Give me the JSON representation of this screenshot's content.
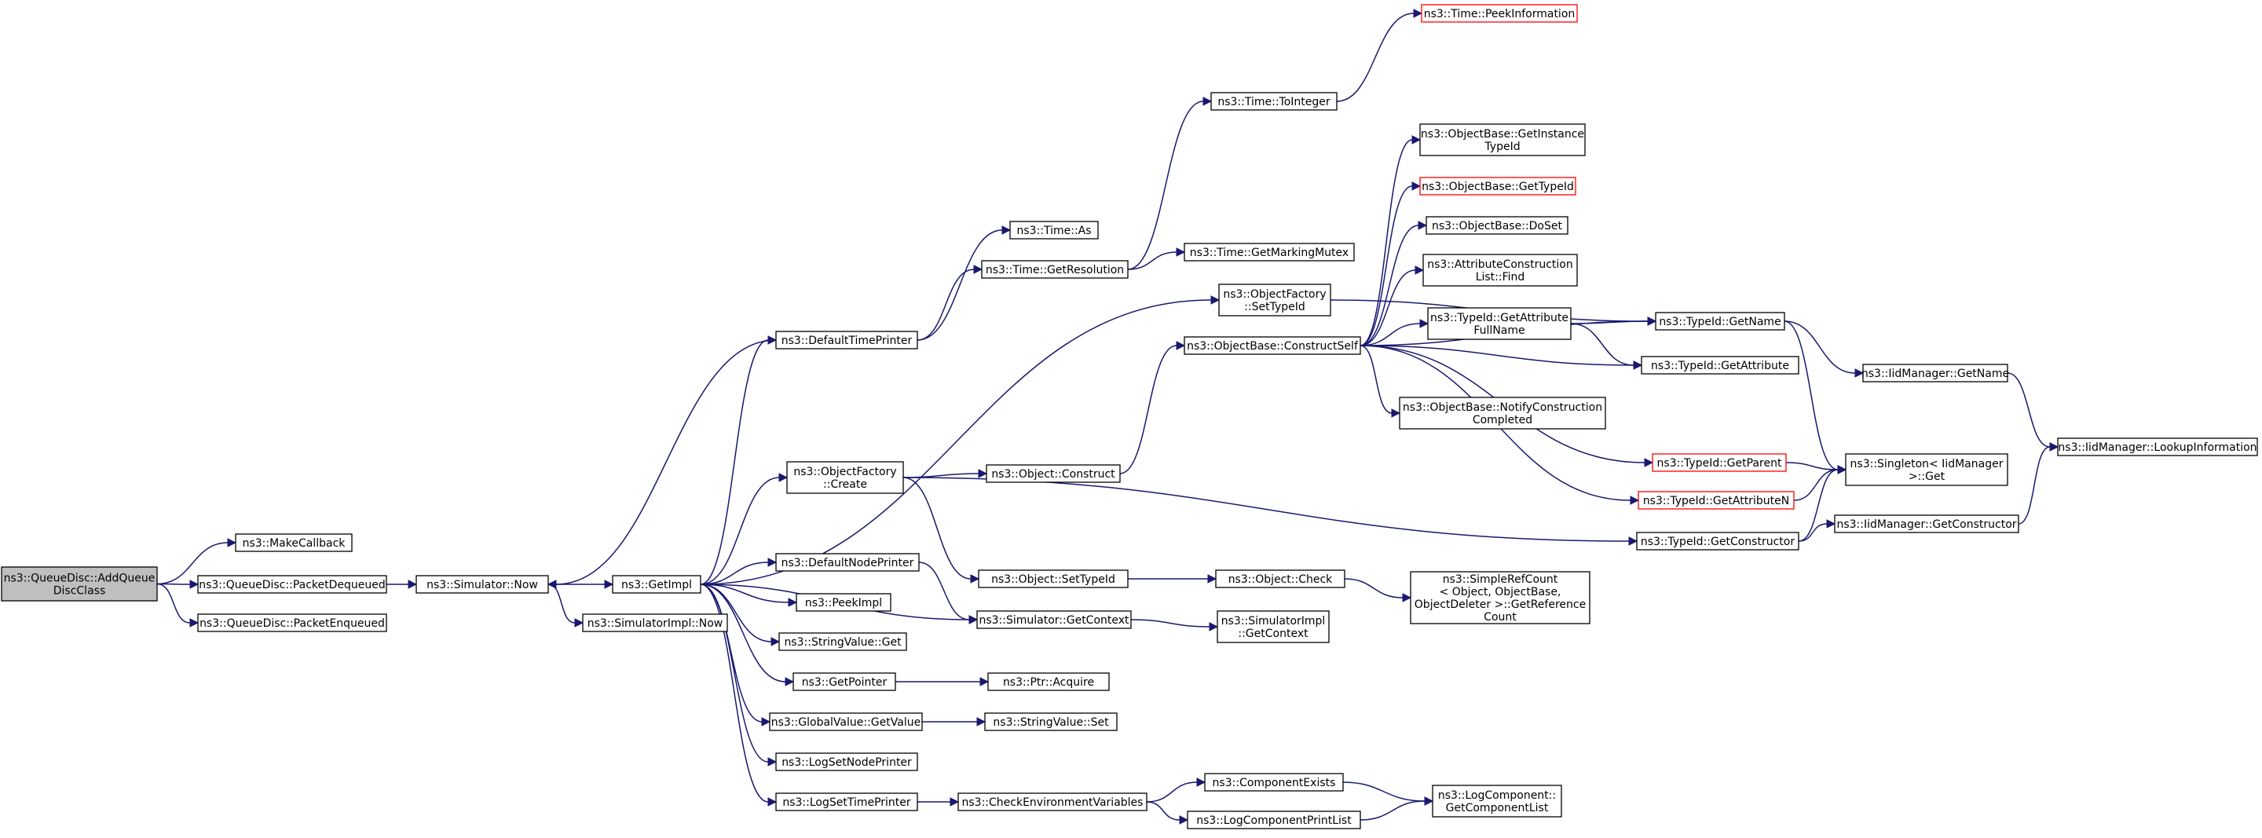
{
  "nodes": {
    "root": [
      "ns3::QueueDisc::AddQueue",
      "DiscClass"
    ],
    "makecallback": [
      "ns3::MakeCallback"
    ],
    "packetdequeued": [
      "ns3::QueueDisc::PacketDequeued"
    ],
    "packetenqueued": [
      "ns3::QueueDisc::PacketEnqueued"
    ],
    "now": [
      "ns3::Simulator::Now"
    ],
    "getimpl": [
      "ns3::GetImpl"
    ],
    "simimplnow": [
      "ns3::SimulatorImpl::Now"
    ],
    "defaulttimeprinter": [
      "ns3::DefaultTimePrinter"
    ],
    "ofcreate": [
      "ns3::ObjectFactory",
      "::Create"
    ],
    "defaultnodeprinter": [
      "ns3::DefaultNodePrinter"
    ],
    "peekimpl": [
      "ns3::PeekImpl"
    ],
    "stringvalueget": [
      "ns3::StringValue::Get"
    ],
    "getpointer": [
      "ns3::GetPointer"
    ],
    "globalvalueget": [
      "ns3::GlobalValue::GetValue"
    ],
    "logsetnodeprinter": [
      "ns3::LogSetNodePrinter"
    ],
    "logsettimeprinter": [
      "ns3::LogSetTimePrinter"
    ],
    "timeas": [
      "ns3::Time::As"
    ],
    "getresolution": [
      "ns3::Time::GetResolution"
    ],
    "objectconstruct": [
      "ns3::Object::Construct"
    ],
    "objectsettypeid": [
      "ns3::Object::SetTypeId"
    ],
    "simgetcontext": [
      "ns3::Simulator::GetContext"
    ],
    "ptracquire": [
      "ns3::Ptr::Acquire"
    ],
    "stringvalueset": [
      "ns3::StringValue::Set"
    ],
    "checkenv": [
      "ns3::CheckEnvironmentVariables"
    ],
    "tointeger": [
      "ns3::Time::ToInteger"
    ],
    "getmarkingmutex": [
      "ns3::Time::GetMarkingMutex"
    ],
    "ofsettypeid": [
      "ns3::ObjectFactory",
      "::SetTypeId"
    ],
    "constructself": [
      "ns3::ObjectBase::ConstructSelf"
    ],
    "objectcheck": [
      "ns3::Object::Check"
    ],
    "simimplgetcontext": [
      "ns3::SimulatorImpl",
      "::GetContext"
    ],
    "componentexists": [
      "ns3::ComponentExists"
    ],
    "logcompprintlist": [
      "ns3::LogComponentPrintList"
    ],
    "peekinformation": [
      "ns3::Time::PeekInformation"
    ],
    "getinstancetypeid": [
      "ns3::ObjectBase::GetInstance",
      "TypeId"
    ],
    "obgettypeid": [
      "ns3::ObjectBase::GetTypeId"
    ],
    "dosset": [
      "ns3::ObjectBase::DoSet"
    ],
    "attrconstlistfind": [
      "ns3::AttributeConstruction",
      "List::Find"
    ],
    "getattrfullname": [
      "ns3::TypeId::GetAttribute",
      "FullName"
    ],
    "notifyconstruction": [
      "ns3::ObjectBase::NotifyConstruction",
      "Completed"
    ],
    "simplerefcount": [
      "ns3::SimpleRefCount",
      "< Object, ObjectBase,",
      "ObjectDeleter >::GetReference",
      "Count"
    ],
    "logcompgetlist": [
      "ns3::LogComponent::",
      "GetComponentList"
    ],
    "typeidgetname": [
      "ns3::TypeId::GetName"
    ],
    "typeidgetattribute": [
      "ns3::TypeId::GetAttribute"
    ],
    "typeidgetparent": [
      "ns3::TypeId::GetParent"
    ],
    "typeidgetattributen": [
      "ns3::TypeId::GetAttributeN"
    ],
    "typeidgetconstructor": [
      "ns3::TypeId::GetConstructor"
    ],
    "iidgetname": [
      "ns3::IidManager::GetName"
    ],
    "singletonget": [
      "ns3::Singleton< IidManager",
      ">::Get"
    ],
    "iidgetconstructor": [
      "ns3::IidManager::GetConstructor"
    ],
    "lookupinformation": [
      "ns3::IidManager::LookupInformation"
    ]
  },
  "red_nodes": [
    "peekinformation",
    "obgettypeid",
    "typeidgetparent",
    "typeidgetattributen"
  ],
  "highlight_node": "root",
  "edge_color": "#191970",
  "edges": [
    [
      "root",
      "makecallback"
    ],
    [
      "root",
      "packetdequeued"
    ],
    [
      "root",
      "packetenqueued"
    ],
    [
      "packetdequeued",
      "now"
    ],
    [
      "now",
      "getimpl"
    ],
    [
      "now",
      "simimplnow"
    ],
    [
      "getimpl",
      "defaulttimeprinter"
    ],
    [
      "getimpl",
      "ofcreate"
    ],
    [
      "getimpl",
      "ofsettypeid"
    ],
    [
      "getimpl",
      "defaultnodeprinter"
    ],
    [
      "getimpl",
      "peekimpl"
    ],
    [
      "getimpl",
      "stringvalueget"
    ],
    [
      "getimpl",
      "getpointer"
    ],
    [
      "getimpl",
      "globalvalueget"
    ],
    [
      "getimpl",
      "logsetnodeprinter"
    ],
    [
      "getimpl",
      "logsettimeprinter"
    ],
    [
      "getimpl",
      "simgetcontext"
    ],
    [
      "defaulttimeprinter",
      "now"
    ],
    [
      "defaulttimeprinter",
      "timeas"
    ],
    [
      "defaulttimeprinter",
      "getresolution"
    ],
    [
      "getresolution",
      "tointeger"
    ],
    [
      "getresolution",
      "getmarkingmutex"
    ],
    [
      "tointeger",
      "peekinformation"
    ],
    [
      "ofcreate",
      "objectconstruct"
    ],
    [
      "ofcreate",
      "objectsettypeid"
    ],
    [
      "ofcreate",
      "typeidgetconstructor"
    ],
    [
      "objectconstruct",
      "constructself"
    ],
    [
      "defaultnodeprinter",
      "simgetcontext"
    ],
    [
      "simgetcontext",
      "simimplgetcontext"
    ],
    [
      "objectsettypeid",
      "objectcheck"
    ],
    [
      "objectcheck",
      "simplerefcount"
    ],
    [
      "getpointer",
      "ptracquire"
    ],
    [
      "globalvalueget",
      "stringvalueset"
    ],
    [
      "logsettimeprinter",
      "checkenv"
    ],
    [
      "checkenv",
      "componentexists"
    ],
    [
      "checkenv",
      "logcompprintlist"
    ],
    [
      "componentexists",
      "logcompgetlist"
    ],
    [
      "logcompprintlist",
      "logcompgetlist"
    ],
    [
      "ofsettypeid",
      "typeidgetname"
    ],
    [
      "constructself",
      "getinstancetypeid"
    ],
    [
      "constructself",
      "obgettypeid"
    ],
    [
      "constructself",
      "dosset"
    ],
    [
      "constructself",
      "attrconstlistfind"
    ],
    [
      "constructself",
      "getattrfullname"
    ],
    [
      "constructself",
      "typeidgetname"
    ],
    [
      "constructself",
      "typeidgetattribute"
    ],
    [
      "constructself",
      "notifyconstruction"
    ],
    [
      "constructself",
      "typeidgetparent"
    ],
    [
      "constructself",
      "typeidgetattributen"
    ],
    [
      "getattrfullname",
      "typeidgetname"
    ],
    [
      "getattrfullname",
      "typeidgetattribute"
    ],
    [
      "typeidgetname",
      "iidgetname"
    ],
    [
      "typeidgetname",
      "singletonget"
    ],
    [
      "typeidgetparent",
      "singletonget"
    ],
    [
      "typeidgetattributen",
      "singletonget"
    ],
    [
      "typeidgetconstructor",
      "singletonget"
    ],
    [
      "typeidgetconstructor",
      "iidgetconstructor"
    ],
    [
      "iidgetname",
      "lookupinformation"
    ],
    [
      "iidgetconstructor",
      "lookupinformation"
    ]
  ]
}
